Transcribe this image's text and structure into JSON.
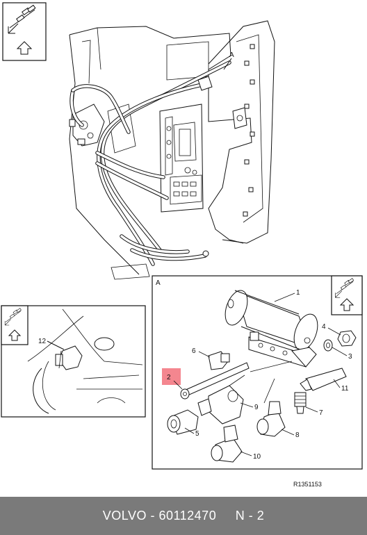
{
  "view_marker_main": "A",
  "detail_panel": {
    "view_label": "A",
    "callouts": [
      "1",
      "2",
      "3",
      "4",
      "5",
      "6",
      "7",
      "8",
      "9",
      "10",
      "11"
    ]
  },
  "left_panel": {
    "callout": "12"
  },
  "drawing_number": "R1351153",
  "footer": {
    "text": "VOLVO - 60112470     N - 2"
  },
  "colors": {
    "highlight": "#f4868f",
    "footer_bg": "#7a7a7a"
  }
}
